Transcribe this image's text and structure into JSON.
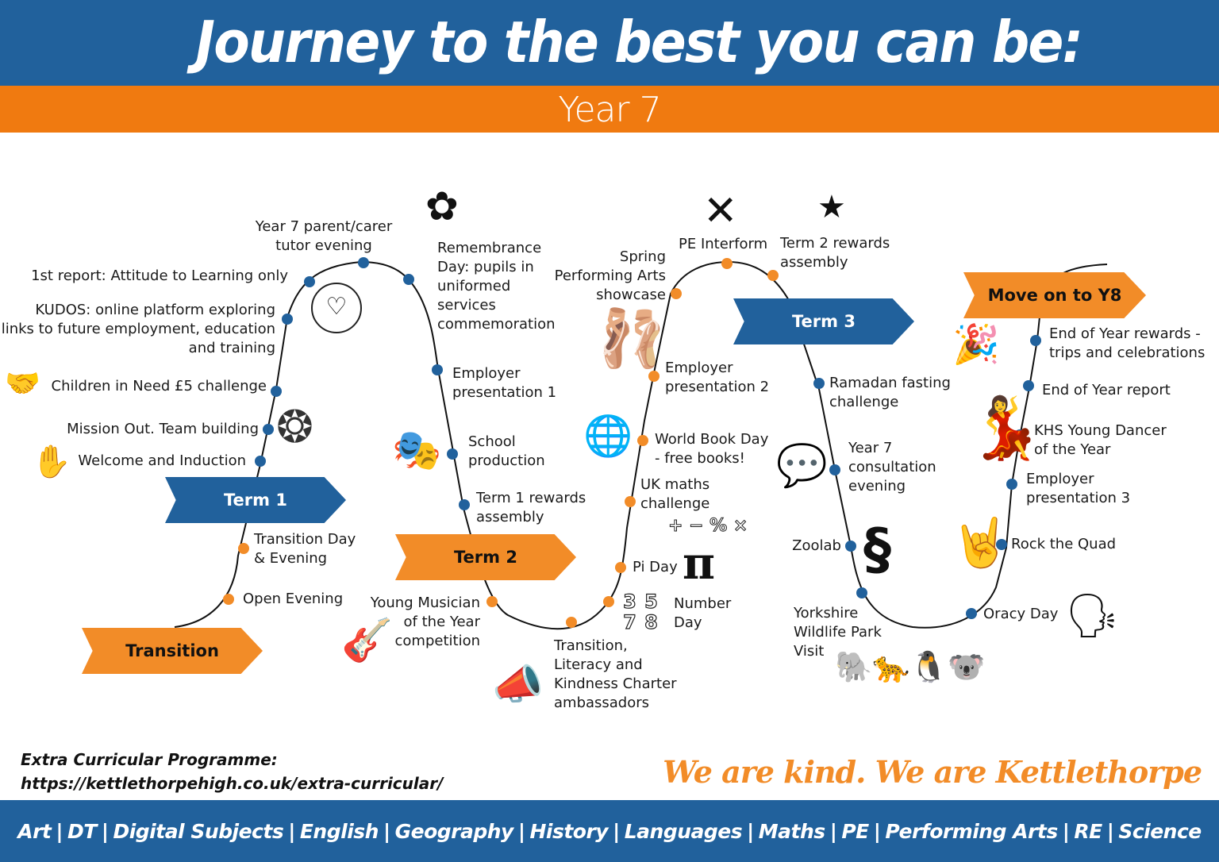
{
  "header": {
    "title": "Journey to the best you can be:",
    "subtitle": "Year 7"
  },
  "colors": {
    "blue": "#21619c",
    "orange": "#f07a10",
    "dot_orange": "#f28c28",
    "dot_blue": "#21619c"
  },
  "stages": {
    "transition": "Transition",
    "term1": "Term 1",
    "term2": "Term 2",
    "term3": "Term 3",
    "move_on": "Move on to Y8"
  },
  "events": {
    "open_evening": "Open Evening",
    "transition_day_1": "Transition Day",
    "transition_day_2": "& Evening",
    "welcome": "Welcome and Induction",
    "mission_out": "Mission Out. Team building",
    "children_in_need": "Children in Need £5 challenge",
    "kudos_1": "KUDOS: online platform exploring",
    "kudos_2": "links to future employment, education",
    "kudos_3": "and training",
    "first_report": "1st report: Attitude to Learning only",
    "tutor_evening_1": "Year 7 parent/carer",
    "tutor_evening_2": "tutor evening",
    "remembrance_1": "Remembrance",
    "remembrance_2": "Day: pupils in",
    "remembrance_3": "uniformed",
    "remembrance_4": "services",
    "remembrance_5": "commemoration",
    "employer1_1": "Employer",
    "employer1_2": "presentation 1",
    "school_prod_1": "School",
    "school_prod_2": "production",
    "term1_rewards_1": "Term 1 rewards",
    "term1_rewards_2": "assembly",
    "young_musician_1": "Young Musician",
    "young_musician_2": "of the Year",
    "young_musician_3": "competition",
    "ambassadors_1": "Transition,",
    "ambassadors_2": "Literacy and",
    "ambassadors_3": "Kindness Charter",
    "ambassadors_4": "ambassadors",
    "number_day_1": "Number",
    "number_day_2": "Day",
    "pi_day": "Pi Day",
    "uk_maths_1": "UK maths",
    "uk_maths_2": "challenge",
    "world_book_1": "World Book Day",
    "world_book_2": "- free books!",
    "employer2_1": "Employer",
    "employer2_2": "presentation 2",
    "spring_1": "Spring",
    "spring_2": "Performing Arts",
    "spring_3": "showcase",
    "pe_interform": "PE Interform",
    "term2_rewards_1": "Term 2 rewards",
    "term2_rewards_2": "assembly",
    "ramadan_1": "Ramadan fasting",
    "ramadan_2": "challenge",
    "consult_1": "Year 7",
    "consult_2": "consultation",
    "consult_3": "evening",
    "zoolab": "Zoolab",
    "ywp_1": "Yorkshire",
    "ywp_2": "Wildlife Park",
    "ywp_3": "Visit",
    "oracy_day": "Oracy Day",
    "rock_quad": "Rock the Quad",
    "employer3_1": "Employer",
    "employer3_2": "presentation 3",
    "dancer_1": "KHS Young Dancer",
    "dancer_2": "of the Year",
    "eoy_report": "End of Year report",
    "eoy_rewards_1": "End of Year rewards -",
    "eoy_rewards_2": "trips and celebrations"
  },
  "icons": {
    "waving_hand": "✋",
    "team_hands": "❂",
    "charity_hands": "🤝",
    "wellbeing": "♡",
    "poppy": "✿",
    "theatre_masks": "🎭",
    "musician": "🎸",
    "megaphone_hero": "📣",
    "numbers": "3 5 7 8",
    "pi": "π",
    "math_symbols": "+ − % ×",
    "globe_book": "🌐",
    "ballerina": "🩰",
    "hockey_sticks": "✕",
    "award_star": "★",
    "consultation": "💬",
    "snake": "§",
    "animals": "🐘🐆🐧🐨",
    "speaking_head": "🗣",
    "rock_hand": "🤘",
    "dancer": "💃",
    "party_popper": "🎉"
  },
  "footer": {
    "extra_label": "Extra Curricular Programme:",
    "extra_url": "https://kettlethorpehigh.co.uk/extra-curricular/",
    "motto": "We are kind. We are Kettlethorpe",
    "subjects": [
      "Art",
      "DT",
      "Digital Subjects",
      "English",
      "Geography",
      "History",
      "Languages",
      "Maths",
      "PE",
      "Performing Arts",
      "RE",
      "Science"
    ]
  }
}
